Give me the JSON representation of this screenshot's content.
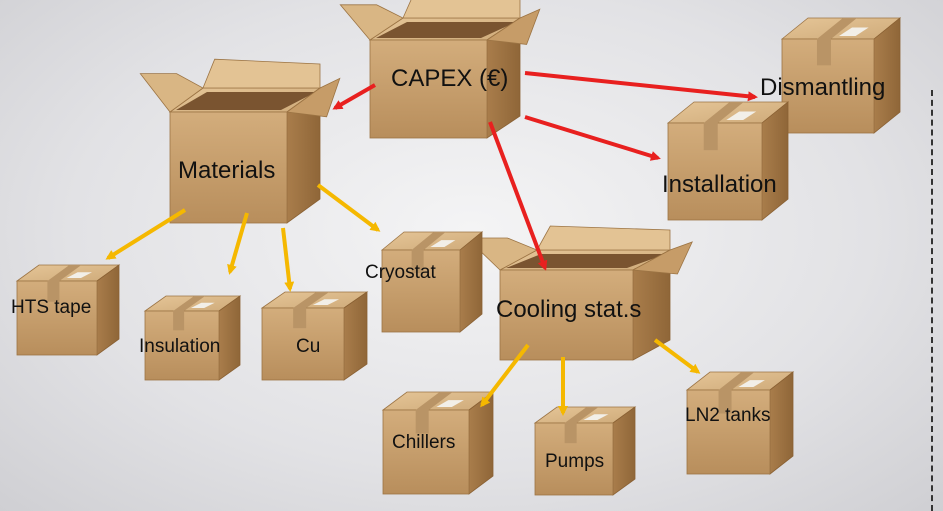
{
  "nodes": {
    "capex": {
      "label": "CAPEX (€)"
    },
    "materials": {
      "label": "Materials"
    },
    "dismantling": {
      "label": "Dismantling"
    },
    "installation": {
      "label": "Installation"
    },
    "cooling": {
      "label": "Cooling stat.s"
    },
    "hts": {
      "label": "HTS tape"
    },
    "insulation": {
      "label": "Insulation"
    },
    "cu": {
      "label": "Cu"
    },
    "cryostat": {
      "label": "Cryostat"
    },
    "chillers": {
      "label": "Chillers"
    },
    "pumps": {
      "label": "Pumps"
    },
    "ln2": {
      "label": "LN2 tanks"
    }
  },
  "colors": {
    "primary_arrow": "#e8201f",
    "secondary_arrow": "#f5b800",
    "box_front": "#c9a271",
    "box_side": "#a97d4b",
    "box_top": "#dcbb8c"
  }
}
